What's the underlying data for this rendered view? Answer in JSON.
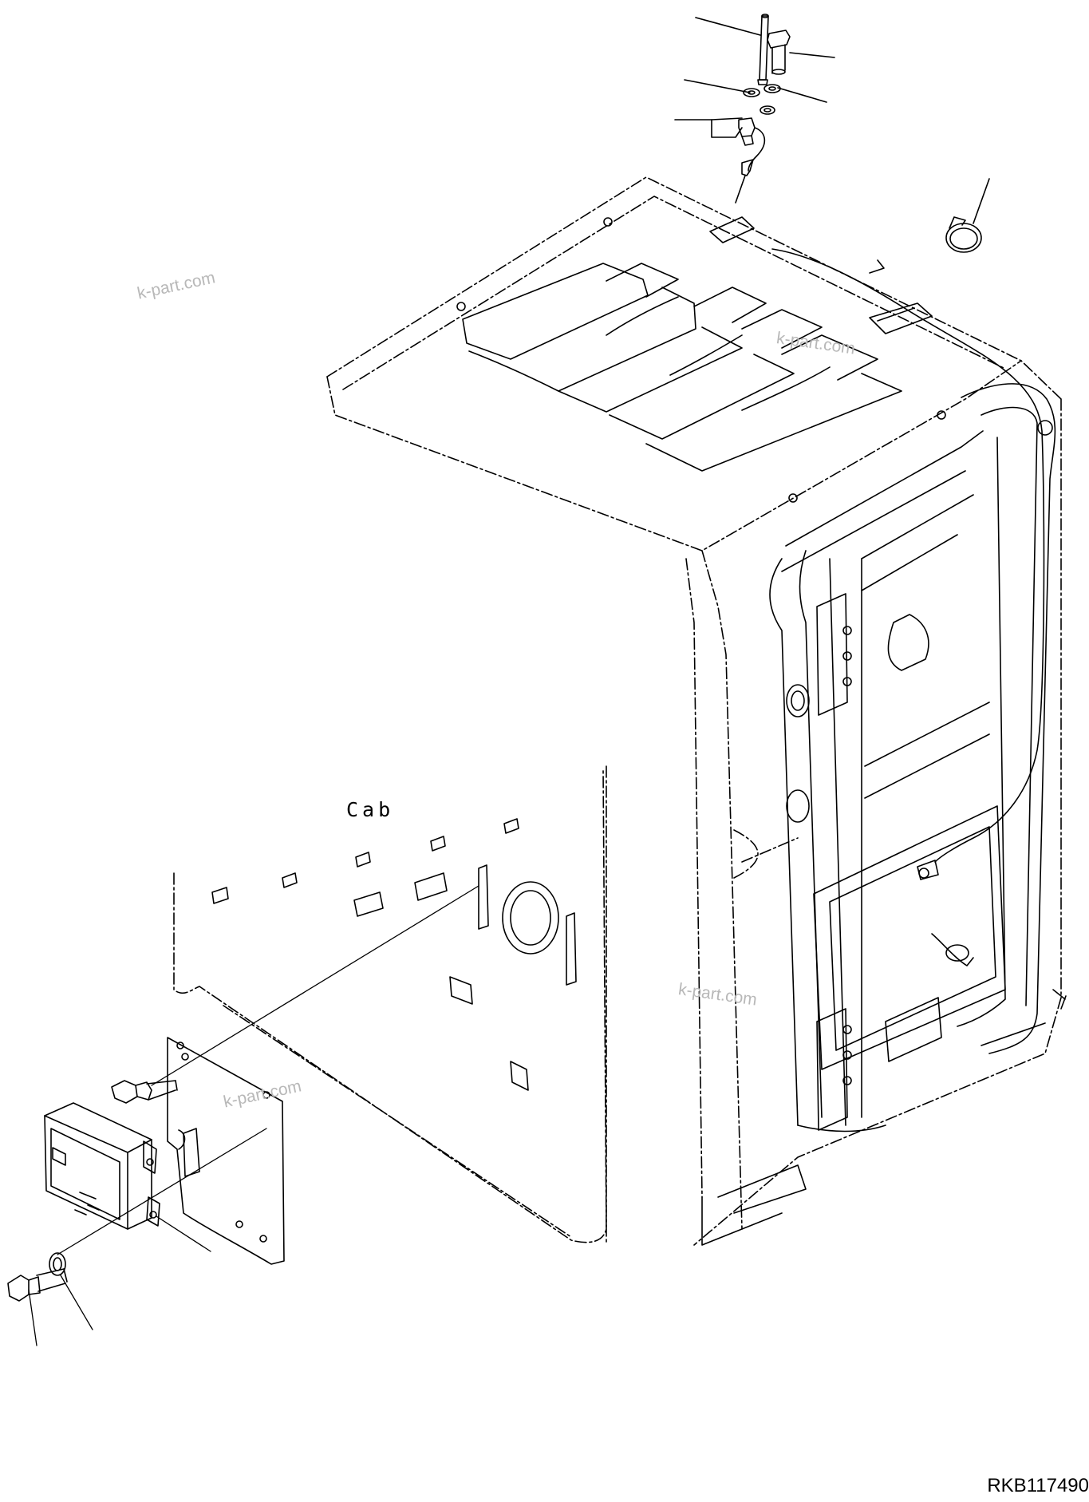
{
  "diagram": {
    "section_label": "Cab",
    "drawing_code": "RKB117490",
    "watermarks": [
      "k-part.com",
      "k-part.com",
      "k-part.com",
      "k-part.com"
    ]
  }
}
